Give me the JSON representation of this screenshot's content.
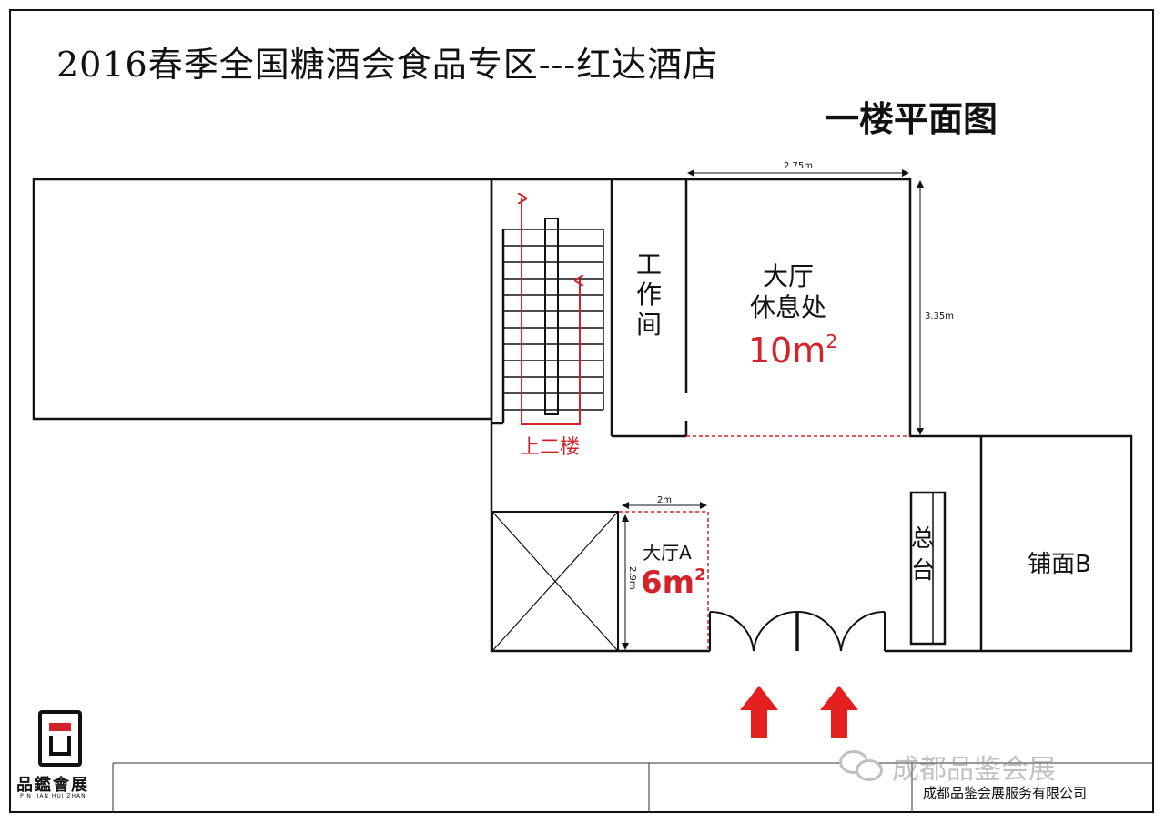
{
  "header": {
    "title": "2016春季全国糖酒会食品专区---红达酒店",
    "subtitle": "一楼平面图"
  },
  "rooms": {
    "workroom": [
      "工",
      "作",
      "间"
    ],
    "lounge_line1": "大厅",
    "lounge_line2": "休息处",
    "lounge_area": "10m",
    "lounge_area_sup": "2",
    "hall_a_name": "大厅A",
    "hall_a_area": "6m",
    "hall_a_sup": "2",
    "front_desk": [
      "总",
      "台"
    ],
    "shop_b": "铺面B",
    "stairs_label": "上二楼"
  },
  "dimensions": {
    "lounge_width": "2.75m",
    "lounge_height": "3.35m",
    "hall_a_width": "2m",
    "hall_a_height": "2.9m"
  },
  "footer": {
    "logo_text": "品鑑會展",
    "logo_sub": "PIN JIAN HUI ZHAN",
    "watermark": "成都品鉴会展",
    "company": "成都品鉴会展服务有限公司"
  },
  "colors": {
    "accent_red": "#d2232a",
    "line": "#111111"
  },
  "icons": {
    "entrance": "red-up-arrow-icon",
    "wechat": "wechat-icon"
  }
}
